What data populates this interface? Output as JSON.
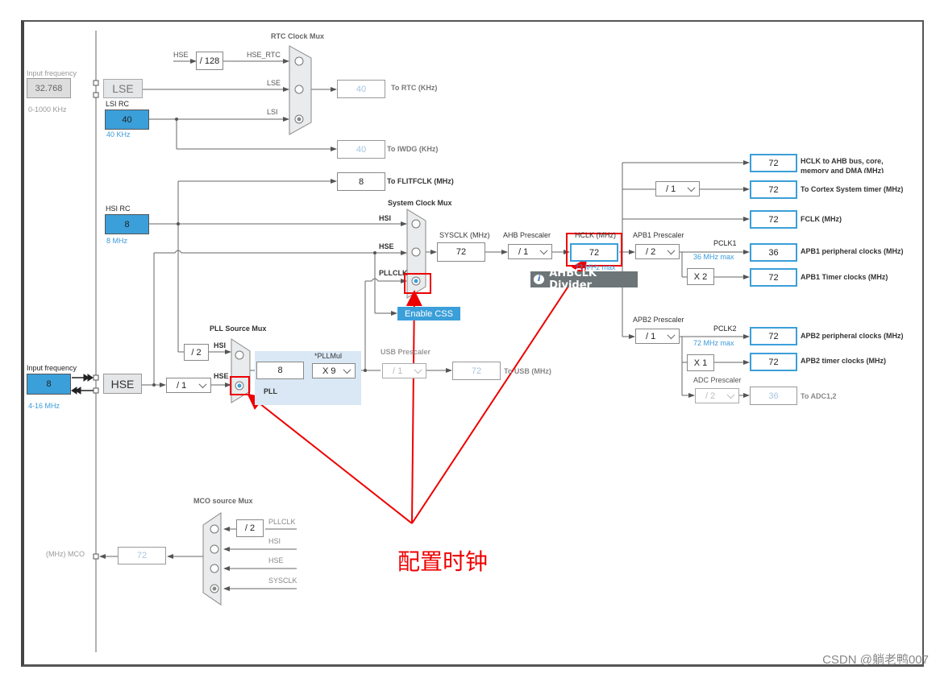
{
  "colors": {
    "accent": "#3b9fd9",
    "annotation": "#e00000",
    "tooltip_bg": "#6d7578"
  },
  "lse": {
    "input_label": "Input frequency",
    "input_value": "32.768",
    "range": "0-1000 KHz",
    "name": "LSE"
  },
  "lsi": {
    "title": "LSI RC",
    "value": "40",
    "freq": "40 KHz"
  },
  "hsi": {
    "title": "HSI RC",
    "value": "8",
    "freq": "8 MHz"
  },
  "hse": {
    "input_label": "Input frequency",
    "input_value": "8",
    "range": "4-16 MHz",
    "name": "HSE",
    "prediv": "/ 1"
  },
  "rtc": {
    "title": "RTC Clock Mux",
    "hse_label": "HSE",
    "div": "/ 128",
    "hse_rtc": "HSE_RTC",
    "lse": "LSE",
    "lsi": "LSI",
    "out_value": "40",
    "out_label": "To RTC (KHz)"
  },
  "iwdg": {
    "value": "40",
    "label": "To IWDG (KHz)"
  },
  "flit": {
    "value": "8",
    "label": "To FLITFCLK (MHz)"
  },
  "sysmux": {
    "title": "System Clock Mux",
    "hsi": "HSI",
    "hse": "HSE",
    "pllclk": "PLLCLK",
    "css": "Enable CSS"
  },
  "pllsrc": {
    "title": "PLL Source Mux",
    "hsi": "HSI",
    "hse": "HSE",
    "hsi_div": "/ 2"
  },
  "pll": {
    "label": "PLL",
    "value": "8",
    "mul_label": "*PLLMul",
    "mul": "X 9"
  },
  "usb": {
    "title": "USB Prescaler",
    "div": "/ 1",
    "value": "72",
    "label": "To USB (MHz)"
  },
  "sysclk": {
    "label": "SYSCLK (MHz)",
    "value": "72"
  },
  "ahb": {
    "label": "AHB Prescaler",
    "div": "/ 1"
  },
  "hclk": {
    "label": "HCLK (MHz)",
    "value": "72",
    "max": "72 MHz max"
  },
  "tooltip": {
    "icon": "i",
    "text": "AHBCLK Divider"
  },
  "outputs": {
    "hclk_ahb": {
      "value": "72",
      "label1": "HCLK to AHB bus, core,",
      "label2": "memory and DMA (MHz)"
    },
    "cortex": {
      "div": "/ 1",
      "value": "72",
      "label": "To Cortex System timer (MHz)"
    },
    "fclk": {
      "value": "72",
      "label": "FCLK (MHz)"
    },
    "apb1": {
      "title": "APB1 Prescaler",
      "div": "/ 2",
      "pclk": "PCLK1",
      "max": "36 MHz max",
      "value": "36",
      "label": "APB1 peripheral clocks (MHz)",
      "mul": "X 2",
      "timer_value": "72",
      "timer_label": "APB1 Timer clocks (MHz)"
    },
    "apb2": {
      "title": "APB2 Prescaler",
      "div": "/ 1",
      "pclk": "PCLK2",
      "max": "72 MHz max",
      "value": "72",
      "label": "APB2 peripheral clocks (MHz)",
      "mul": "X 1",
      "timer_value": "72",
      "timer_label": "APB2 timer clocks (MHz)"
    },
    "adc": {
      "title": "ADC Prescaler",
      "div": "/ 2",
      "value": "36",
      "label": "To ADC1,2"
    }
  },
  "mco": {
    "title": "MCO source Mux",
    "label": "(MHz) MCO",
    "value": "72",
    "pllclk": "PLLCLK",
    "div": "/ 2",
    "hsi": "HSI",
    "hse": "HSE",
    "sysclk": "SYSCLK"
  },
  "annotation": {
    "text": "配置时钟"
  },
  "watermark": "CSDN @躺老鸭007"
}
